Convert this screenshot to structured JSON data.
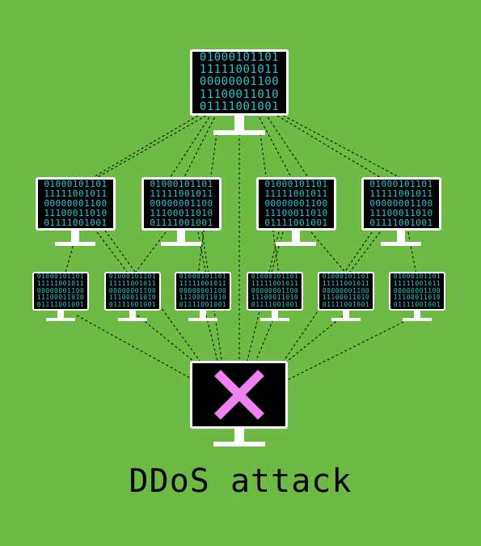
{
  "caption": "DDoS attack",
  "screen_lines": [
    "01000101101",
    "11111001011",
    "00000001100",
    "11100011010",
    "01111001001"
  ],
  "colors": {
    "background": "#6dbb45",
    "screen": "#000000",
    "binary_text": "#21c8d4",
    "frame": "#ffffff",
    "cross": "#ee82ee",
    "link_line": "#000000"
  },
  "nodes": {
    "controller": {
      "name": "master-computer"
    },
    "handlers": [
      {
        "name": "handler-computer-1"
      },
      {
        "name": "handler-computer-2"
      },
      {
        "name": "handler-computer-3"
      },
      {
        "name": "handler-computer-4"
      }
    ],
    "bots": [
      {
        "name": "bot-computer-1"
      },
      {
        "name": "bot-computer-2"
      },
      {
        "name": "bot-computer-3"
      },
      {
        "name": "bot-computer-4"
      },
      {
        "name": "bot-computer-5"
      },
      {
        "name": "bot-computer-6"
      }
    ],
    "target": {
      "name": "victim-computer",
      "icon": "cross-icon"
    }
  }
}
